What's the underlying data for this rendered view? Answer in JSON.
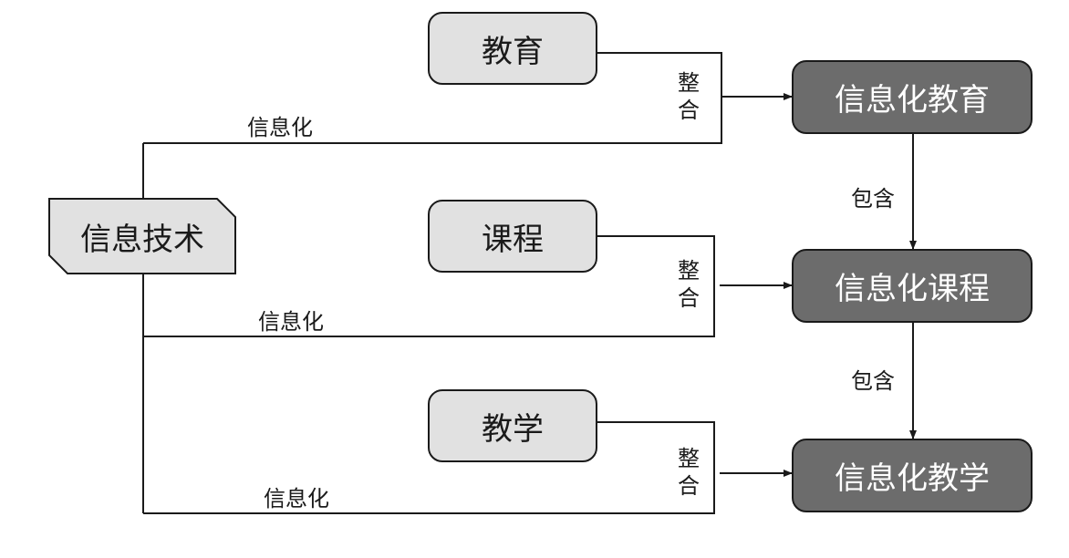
{
  "source": {
    "label": "信息技术"
  },
  "inputs": [
    {
      "label": "教育"
    },
    {
      "label": "课程"
    },
    {
      "label": "教学"
    }
  ],
  "outputs": [
    {
      "label": "信息化教育"
    },
    {
      "label": "信息化课程"
    },
    {
      "label": "信息化教学"
    }
  ],
  "edges": {
    "integrate_label": [
      "整",
      "合"
    ],
    "informatize_label": "信息化",
    "contains_label": "包含"
  }
}
